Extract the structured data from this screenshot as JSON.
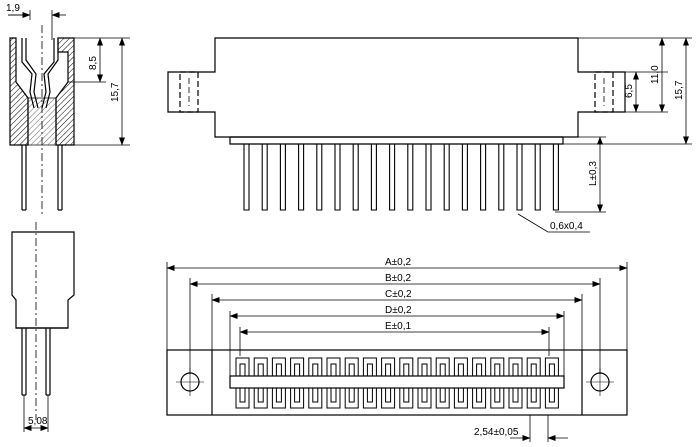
{
  "dimensions": {
    "side_width": "1,9",
    "side_h1": "8,5",
    "side_h2": "15,7",
    "front_h1": "6,5",
    "front_h2": "11,0",
    "front_h3": "15,7",
    "pin_len": "L±0,3",
    "pin_size": "0,6x0,4",
    "end_width": "5,08",
    "dim_a": "A±0,2",
    "dim_b": "B±0,2",
    "dim_c": "C±0,2",
    "dim_d": "D±0,2",
    "dim_e": "E±0,1",
    "pitch": "2,54±0,05"
  }
}
